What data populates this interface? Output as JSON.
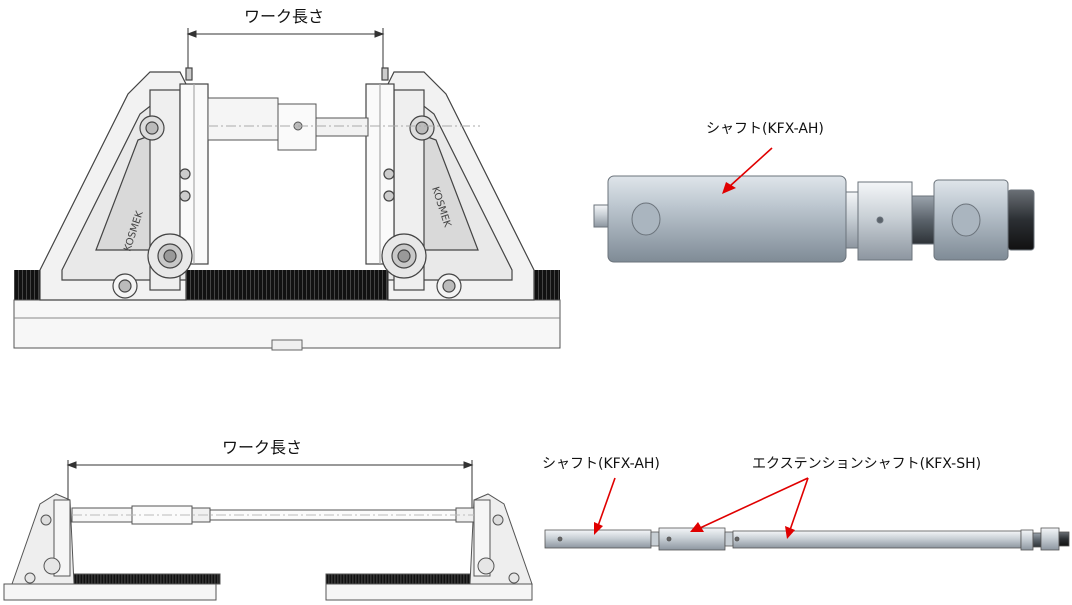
{
  "top": {
    "work_length_label": "ワーク長さ",
    "shaft_label": "シャフト(KFX-AH)",
    "brand_text_left": "KOSMEK",
    "brand_text_right": "KOSMEK"
  },
  "bottom": {
    "work_length_label": "ワーク長さ",
    "shaft_label": "シャフト(KFX-AH)",
    "extension_label": "エクステンションシャフト(KFX-SH)"
  },
  "colors": {
    "arrow": "#e00000",
    "metal_light": "#e2e6ea",
    "metal_mid": "#b9c0c7",
    "metal_dark": "#6f767d",
    "steel_blue": "#9aa7b3",
    "rubber_dark": "#1a1a1a"
  }
}
